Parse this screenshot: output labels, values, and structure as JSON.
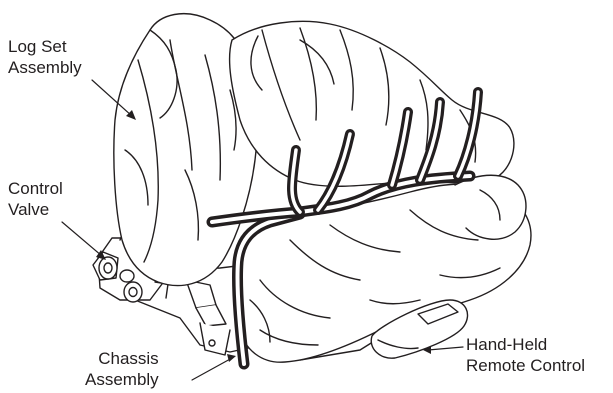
{
  "labels": {
    "log_set": [
      "Log Set",
      "Assembly"
    ],
    "control_valve": [
      "Control",
      "Valve"
    ],
    "chassis": [
      "Chassis",
      "Assembly"
    ],
    "remote": [
      "Hand-Held",
      "Remote Control"
    ]
  },
  "colors": {
    "ink": "#231f20",
    "paper": "#ffffff"
  }
}
